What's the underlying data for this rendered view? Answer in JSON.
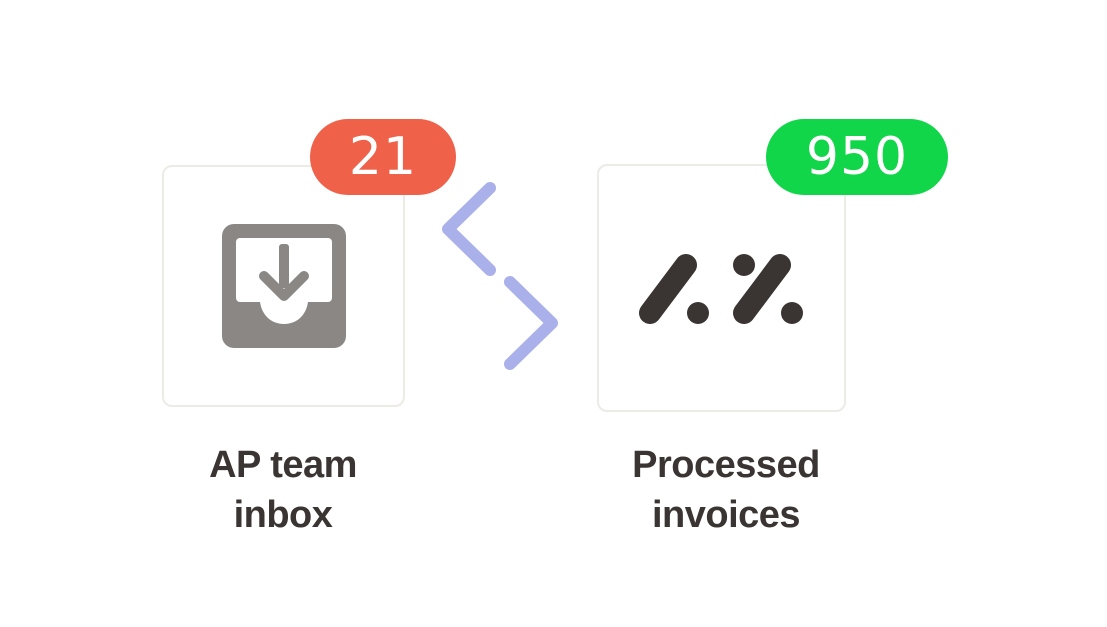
{
  "nodes": {
    "inbox": {
      "label_line1": "AP team",
      "label_line2": "inbox",
      "badge_count": "21",
      "badge_color": "#f0614a",
      "icon": "inbox-download-icon"
    },
    "processed": {
      "label_line1": "Processed",
      "label_line2": "invoices",
      "badge_count": "950",
      "badge_color": "#12d64a",
      "icon": "brand-logo-icon"
    }
  },
  "arrows": {
    "color": "#aab0ea",
    "direction": [
      "processed-to-inbox",
      "inbox-to-processed"
    ]
  },
  "colors": {
    "label_text": "#3a3533",
    "card_border": "#ecebe6",
    "icon_gray": "#8a8784",
    "logo_dark": "#3a3533"
  }
}
